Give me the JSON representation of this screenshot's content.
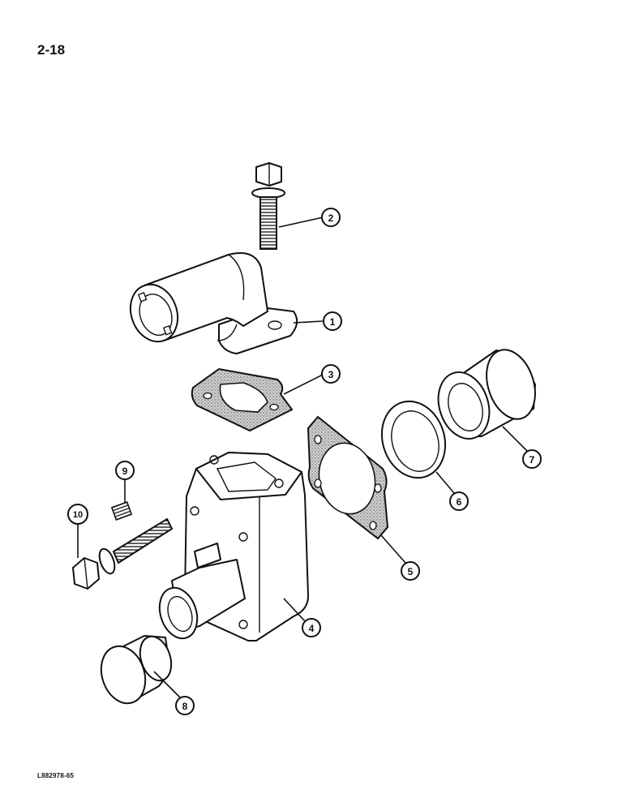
{
  "page": {
    "number": "2-18",
    "figure_code": "L882978-65"
  },
  "callouts": [
    {
      "id": "1",
      "label": "1"
    },
    {
      "id": "2",
      "label": "2"
    },
    {
      "id": "3",
      "label": "3"
    },
    {
      "id": "4",
      "label": "4"
    },
    {
      "id": "5",
      "label": "5"
    },
    {
      "id": "6",
      "label": "6"
    },
    {
      "id": "7",
      "label": "7"
    },
    {
      "id": "8",
      "label": "8"
    },
    {
      "id": "9",
      "label": "9"
    },
    {
      "id": "10",
      "label": "10"
    }
  ]
}
